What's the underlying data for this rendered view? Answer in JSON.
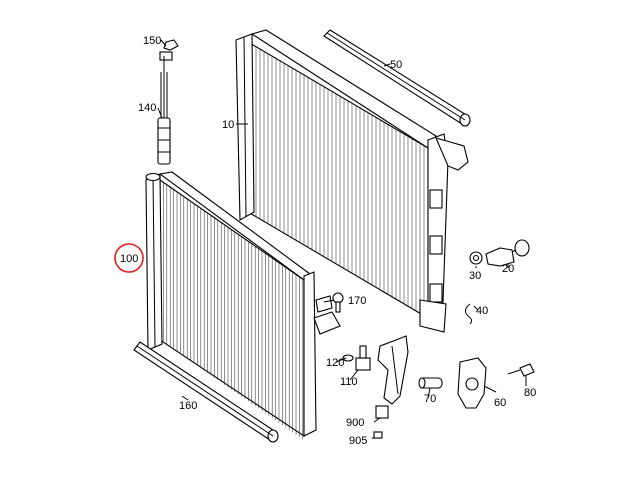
{
  "diagram": {
    "callouts": {
      "p10": "10",
      "p20": "20",
      "p30": "30",
      "p40": "40",
      "p50": "50",
      "p60": "60",
      "p70": "70",
      "p80": "80",
      "p100": "100",
      "p110": "110",
      "p120": "120",
      "p140": "140",
      "p150": "150",
      "p160": "160",
      "p170": "170",
      "p900": "900",
      "p905": "905"
    },
    "highlight_color": "#d8201e"
  }
}
